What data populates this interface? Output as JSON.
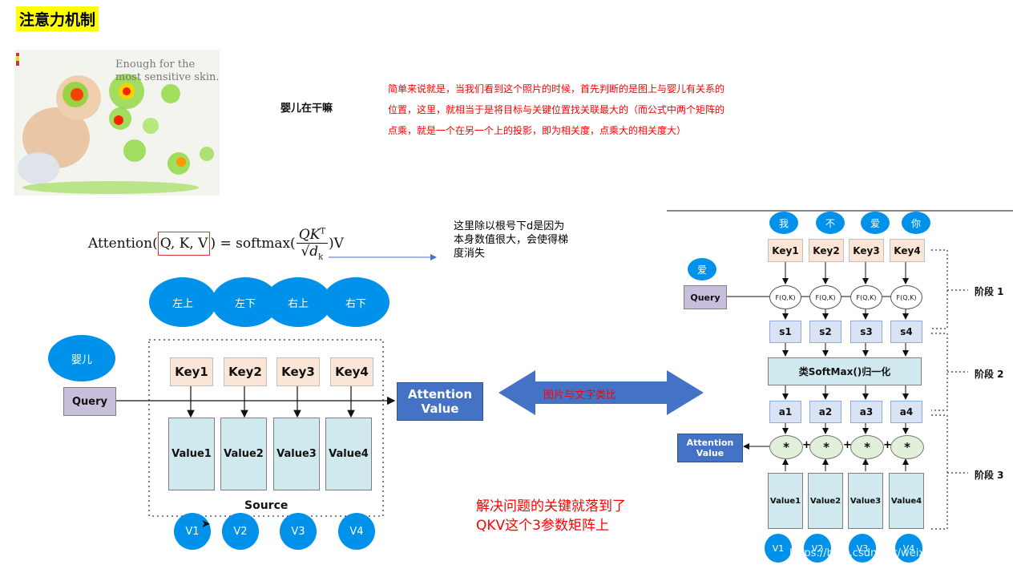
{
  "title": "注意力机制",
  "photo": {
    "caption_line1": "Enough for the",
    "caption_line2": "most sensitive skin."
  },
  "question": "婴儿在干嘛",
  "explanation": "简单来说就是，当我们看到这个照片的时候，首先判断的是图上与婴儿有关系的位置，这里，就相当于是将目标与关键位置找关联最大的（而公式中两个矩阵的点乘，就是一个在另一个上的投影，即为相关度，点乘大的相关度大）",
  "formula": {
    "lhs": "Attention(",
    "args": "Q, K, V",
    "rhs": ") = softmax(",
    "numerator": "QK",
    "sup": "T",
    "denominator": "d",
    "sub": "k",
    "tail": ")V"
  },
  "formula_note": "这里除以根号下d是因为本身数值很大，会使得梯度消失",
  "left_diagram": {
    "positions": [
      "左上",
      "左下",
      "右上",
      "右下"
    ],
    "target": "婴儿",
    "query": "Query",
    "keys": [
      "Key1",
      "Key2",
      "Key3",
      "Key4"
    ],
    "values": [
      "Value1",
      "Value2",
      "Value3",
      "Value4"
    ],
    "source": "Source",
    "v_labels": [
      "V1",
      "V2",
      "V3",
      "V4"
    ],
    "attention_line1": "Attention",
    "attention_line2": "Value"
  },
  "analogy": "图片与文字类比",
  "conclusion_line1": "解决问题的关键就落到了",
  "conclusion_line2": "QKV这个3参数矩阵上",
  "right_diagram": {
    "words": [
      "我",
      "不",
      "爱",
      "你"
    ],
    "target": "爱",
    "query": "Query",
    "keys": [
      "Key1",
      "Key2",
      "Key3",
      "Key4"
    ],
    "f": "F(Q,K)",
    "scores": [
      "s1",
      "s2",
      "s3",
      "s4"
    ],
    "softmax": "类SoftMax()归一化",
    "weights": [
      "a1",
      "a2",
      "a3",
      "a4"
    ],
    "mul": "*",
    "plus": "+",
    "values": [
      "Value1",
      "Value2",
      "Value3",
      "Value4"
    ],
    "v_labels": [
      "V1",
      "V2",
      "V3",
      "V4"
    ],
    "attention_line1": "Attention",
    "attention_line2": "Value",
    "stages": [
      "阶段 1",
      "阶段 2",
      "阶段 3"
    ]
  },
  "watermark": "https://blog.csdn.net/weixin_48994268",
  "colors": {
    "blue_ellipse": "#0091ea",
    "key_fill": "#fbe5d6",
    "value_fill": "#cfe9ef",
    "attention_fill": "#4472c4",
    "red_text": "#ff0000"
  }
}
